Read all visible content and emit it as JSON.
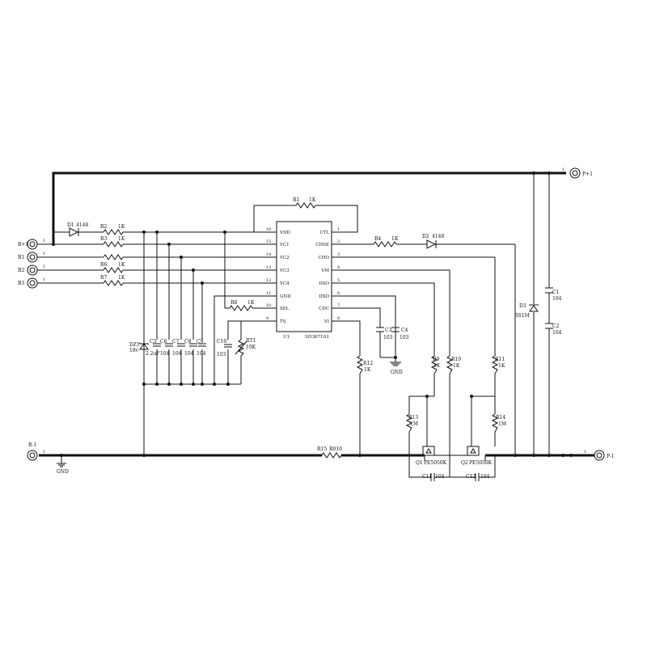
{
  "ic": {
    "ref": "U1",
    "part": "SH367103",
    "left_pins": [
      {
        "num": "16",
        "name": "VDD"
      },
      {
        "num": "15",
        "name": "VC1"
      },
      {
        "num": "14",
        "name": "VC2"
      },
      {
        "num": "13",
        "name": "VC3"
      },
      {
        "num": "12",
        "name": "VC4"
      },
      {
        "num": "11",
        "name": "GND"
      },
      {
        "num": "10",
        "name": "SEL"
      },
      {
        "num": "9",
        "name": "TS"
      }
    ],
    "right_pins": [
      {
        "num": "1",
        "name": "CTL"
      },
      {
        "num": "2",
        "name": "CHSE"
      },
      {
        "num": "3",
        "name": "CHO"
      },
      {
        "num": "4",
        "name": "VM"
      },
      {
        "num": "5",
        "name": "DSO"
      },
      {
        "num": "6",
        "name": "DSD"
      },
      {
        "num": "7",
        "name": "CDC"
      },
      {
        "num": "8",
        "name": "VI"
      }
    ]
  },
  "connectors": {
    "bplus": {
      "name": "B+1",
      "pin": "1"
    },
    "b1": {
      "name": "B1",
      "pin": "1"
    },
    "b2": {
      "name": "B2",
      "pin": "1"
    },
    "b3": {
      "name": "B3",
      "pin": "1"
    },
    "bminus": {
      "name": "B-1",
      "pin": "1"
    },
    "pplus": {
      "name": "P+1",
      "pin": "1"
    },
    "pminus": {
      "name": "P-1",
      "pin": "1"
    }
  },
  "gnd_label": "GND",
  "resistors": {
    "r1": {
      "ref": "R1",
      "value": "1K"
    },
    "r2": {
      "ref": "R2",
      "value": "1K"
    },
    "r3": {
      "ref": "R3",
      "value": "1K"
    },
    "r4": {
      "ref": "R4",
      "value": "1K"
    },
    "r6": {
      "ref": "R6",
      "value": "1K"
    },
    "r7": {
      "ref": "R7",
      "value": "1K"
    },
    "r8": {
      "ref": "R8",
      "value": "1K"
    },
    "r9": {
      "ref": "R9",
      "value": "1K"
    },
    "r10": {
      "ref": "R10",
      "value": "1K"
    },
    "r11": {
      "ref": "R11",
      "value": "1K"
    },
    "r12": {
      "ref": "R12",
      "value": "1K"
    },
    "r13": {
      "ref": "R13",
      "value": "1M"
    },
    "r14": {
      "ref": "R14",
      "value": "1M"
    },
    "r15": {
      "ref": "R15",
      "value": "R010"
    },
    "rt1": {
      "ref": "RT1",
      "value": "10K"
    }
  },
  "capacitors": {
    "c1": {
      "ref": "C1",
      "value": "104"
    },
    "c2": {
      "ref": "C2",
      "value": "104"
    },
    "c3": {
      "ref": "C3",
      "value": "103"
    },
    "c4": {
      "ref": "C4",
      "value": "103"
    },
    "c5": {
      "ref": "C5",
      "value": "2.2uF"
    },
    "c6": {
      "ref": "C6",
      "value": "104"
    },
    "c7": {
      "ref": "C7",
      "value": "104"
    },
    "c8": {
      "ref": "C8",
      "value": "104"
    },
    "c9": {
      "ref": "C9",
      "value": "104"
    },
    "c10": {
      "ref": "C10",
      "value": "103"
    },
    "c11": {
      "ref": "C11",
      "value": "104"
    },
    "c12": {
      "ref": "C12",
      "value": "104"
    }
  },
  "diodes": {
    "d1": {
      "ref": "D1",
      "value": "4148"
    },
    "d2": {
      "ref": "D2",
      "value": "4148"
    },
    "d3": {
      "ref": "D3",
      "value": "RS1M"
    },
    "dz1": {
      "ref": "DZ1",
      "value": "18v"
    }
  },
  "mosfets": {
    "q1": {
      "ref": "Q1",
      "value": "PE5050K"
    },
    "q2": {
      "ref": "Q2",
      "value": "PE5050K"
    }
  }
}
